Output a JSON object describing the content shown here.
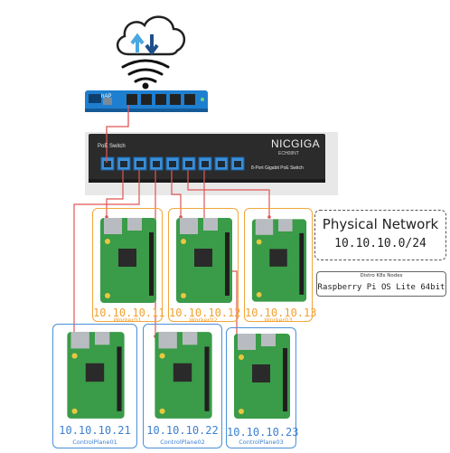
{
  "router": {
    "badge": "hAP"
  },
  "switch": {
    "left_label": "PoE Switch",
    "brand": "NICGIGA",
    "model": "ECH08NT",
    "caption": "8-Port Gigabit PoE Switch"
  },
  "network": {
    "title": "Physical Network",
    "cidr": "10.10.10.0/24"
  },
  "os": {
    "caption": "Distro K8s Nodes",
    "name": "Raspberry Pi OS Lite 64bit"
  },
  "nodes": [
    {
      "name": "Worker01",
      "ip": "10.10.10.11",
      "role": "worker"
    },
    {
      "name": "Worker02",
      "ip": "10.10.10.12",
      "role": "worker"
    },
    {
      "name": "Worker03",
      "ip": "10.10.10.13",
      "role": "worker"
    },
    {
      "name": "ControlPlane01",
      "ip": "10.10.10.21",
      "role": "control-plane"
    },
    {
      "name": "ControlPlane02",
      "ip": "10.10.10.22",
      "role": "control-plane"
    },
    {
      "name": "ControlPlane03",
      "ip": "10.10.10.23",
      "role": "control-plane"
    }
  ],
  "colors": {
    "worker": "#f2a73b",
    "control_plane": "#4a90d9",
    "cable": "#e05555",
    "router": "#1e7fd0",
    "switch": "#2b2b2b"
  }
}
